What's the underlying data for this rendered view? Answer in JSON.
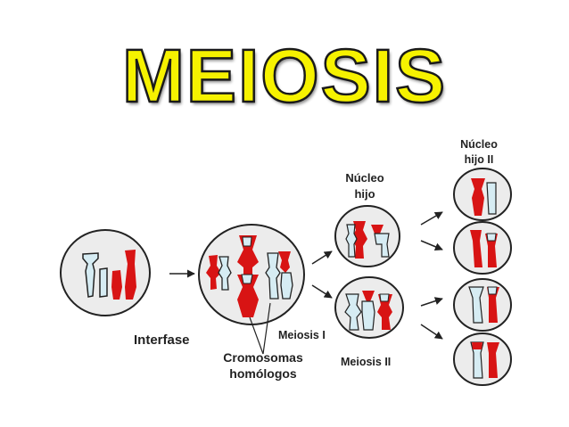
{
  "title": "MEIOSIS",
  "labels": {
    "interfase": "Interfase",
    "meiosis_1": "Meiosis I",
    "meiosis_2": "Meiosis II",
    "homologous_line1": "Cromosomas",
    "homologous_line2": "homólogos",
    "daughter_nucleus_line1": "Núcleo",
    "daughter_nucleus_line2": "hijo",
    "daughter_nucleus2_line1": "Núcleo",
    "daughter_nucleus2_line2": "hijo II"
  },
  "colors": {
    "title_fill": "#f6f200",
    "title_outline": "#1a1a1a",
    "red_chromosome": "#d81414",
    "light_chromosome": "#d6ecf3",
    "cell_fill": "#ececec",
    "cell_outline": "#222222"
  }
}
